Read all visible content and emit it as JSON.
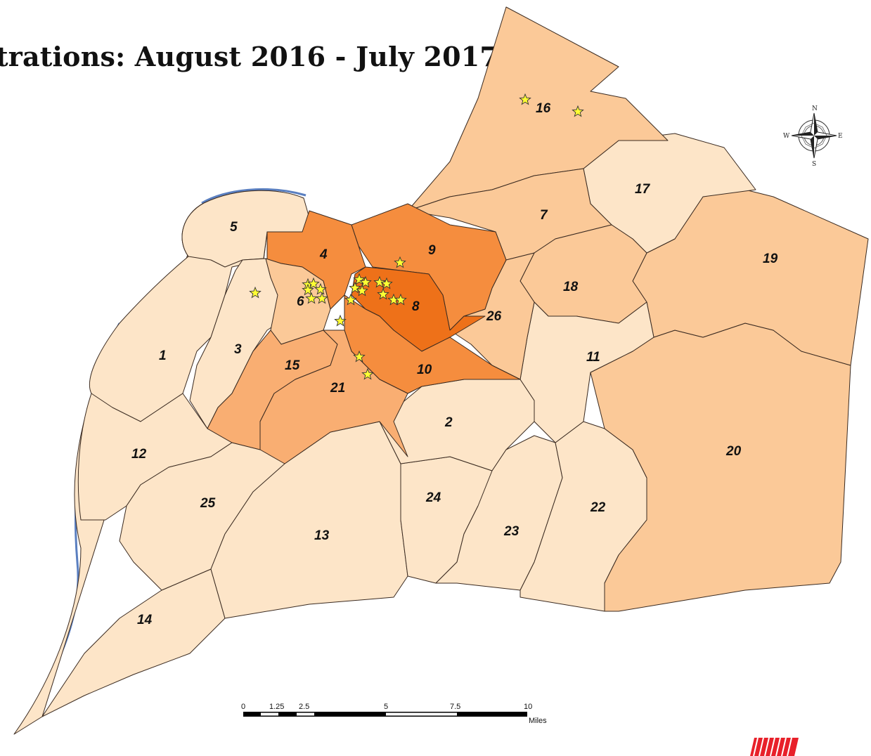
{
  "title": "trations: August 2016  - July 2017",
  "colors": {
    "choropleth": [
      "#fde5c8",
      "#fbc998",
      "#f9ae72",
      "#f58d3e",
      "#ee7119"
    ],
    "outline": "#1a1a1a",
    "star_fill": "#ffff33",
    "river": "#5a7fc0",
    "logo": "#e8202a"
  },
  "districts": [
    {
      "id": "1",
      "label": "1",
      "class": 0
    },
    {
      "id": "2",
      "label": "2",
      "class": 0
    },
    {
      "id": "3",
      "label": "3",
      "class": 0
    },
    {
      "id": "4",
      "label": "4",
      "class": 3
    },
    {
      "id": "5",
      "label": "5",
      "class": 0
    },
    {
      "id": "6",
      "label": "6",
      "class": 1
    },
    {
      "id": "7",
      "label": "7",
      "class": 1
    },
    {
      "id": "8",
      "label": "8",
      "class": 4
    },
    {
      "id": "9",
      "label": "9",
      "class": 3
    },
    {
      "id": "10",
      "label": "10",
      "class": 3
    },
    {
      "id": "11",
      "label": "11",
      "class": 0
    },
    {
      "id": "12",
      "label": "12",
      "class": 0
    },
    {
      "id": "13",
      "label": "13",
      "class": 0
    },
    {
      "id": "14",
      "label": "14",
      "class": 0
    },
    {
      "id": "15",
      "label": "15",
      "class": 2
    },
    {
      "id": "16",
      "label": "16",
      "class": 1
    },
    {
      "id": "17",
      "label": "17",
      "class": 0
    },
    {
      "id": "18",
      "label": "18",
      "class": 1
    },
    {
      "id": "19",
      "label": "19",
      "class": 1
    },
    {
      "id": "20",
      "label": "20",
      "class": 1
    },
    {
      "id": "21",
      "label": "21",
      "class": 2
    },
    {
      "id": "22",
      "label": "22",
      "class": 0
    },
    {
      "id": "23",
      "label": "23",
      "class": 0
    },
    {
      "id": "24",
      "label": "24",
      "class": 0
    },
    {
      "id": "25",
      "label": "25",
      "class": 0
    },
    {
      "id": "26",
      "label": "26",
      "class": 1
    }
  ],
  "compass": {
    "n": "N",
    "s": "S",
    "e": "E",
    "w": "W"
  },
  "scale_bar": {
    "ticks": [
      "0",
      "1.25",
      "2.5",
      "5",
      "7.5",
      "10"
    ],
    "unit": "Miles"
  }
}
